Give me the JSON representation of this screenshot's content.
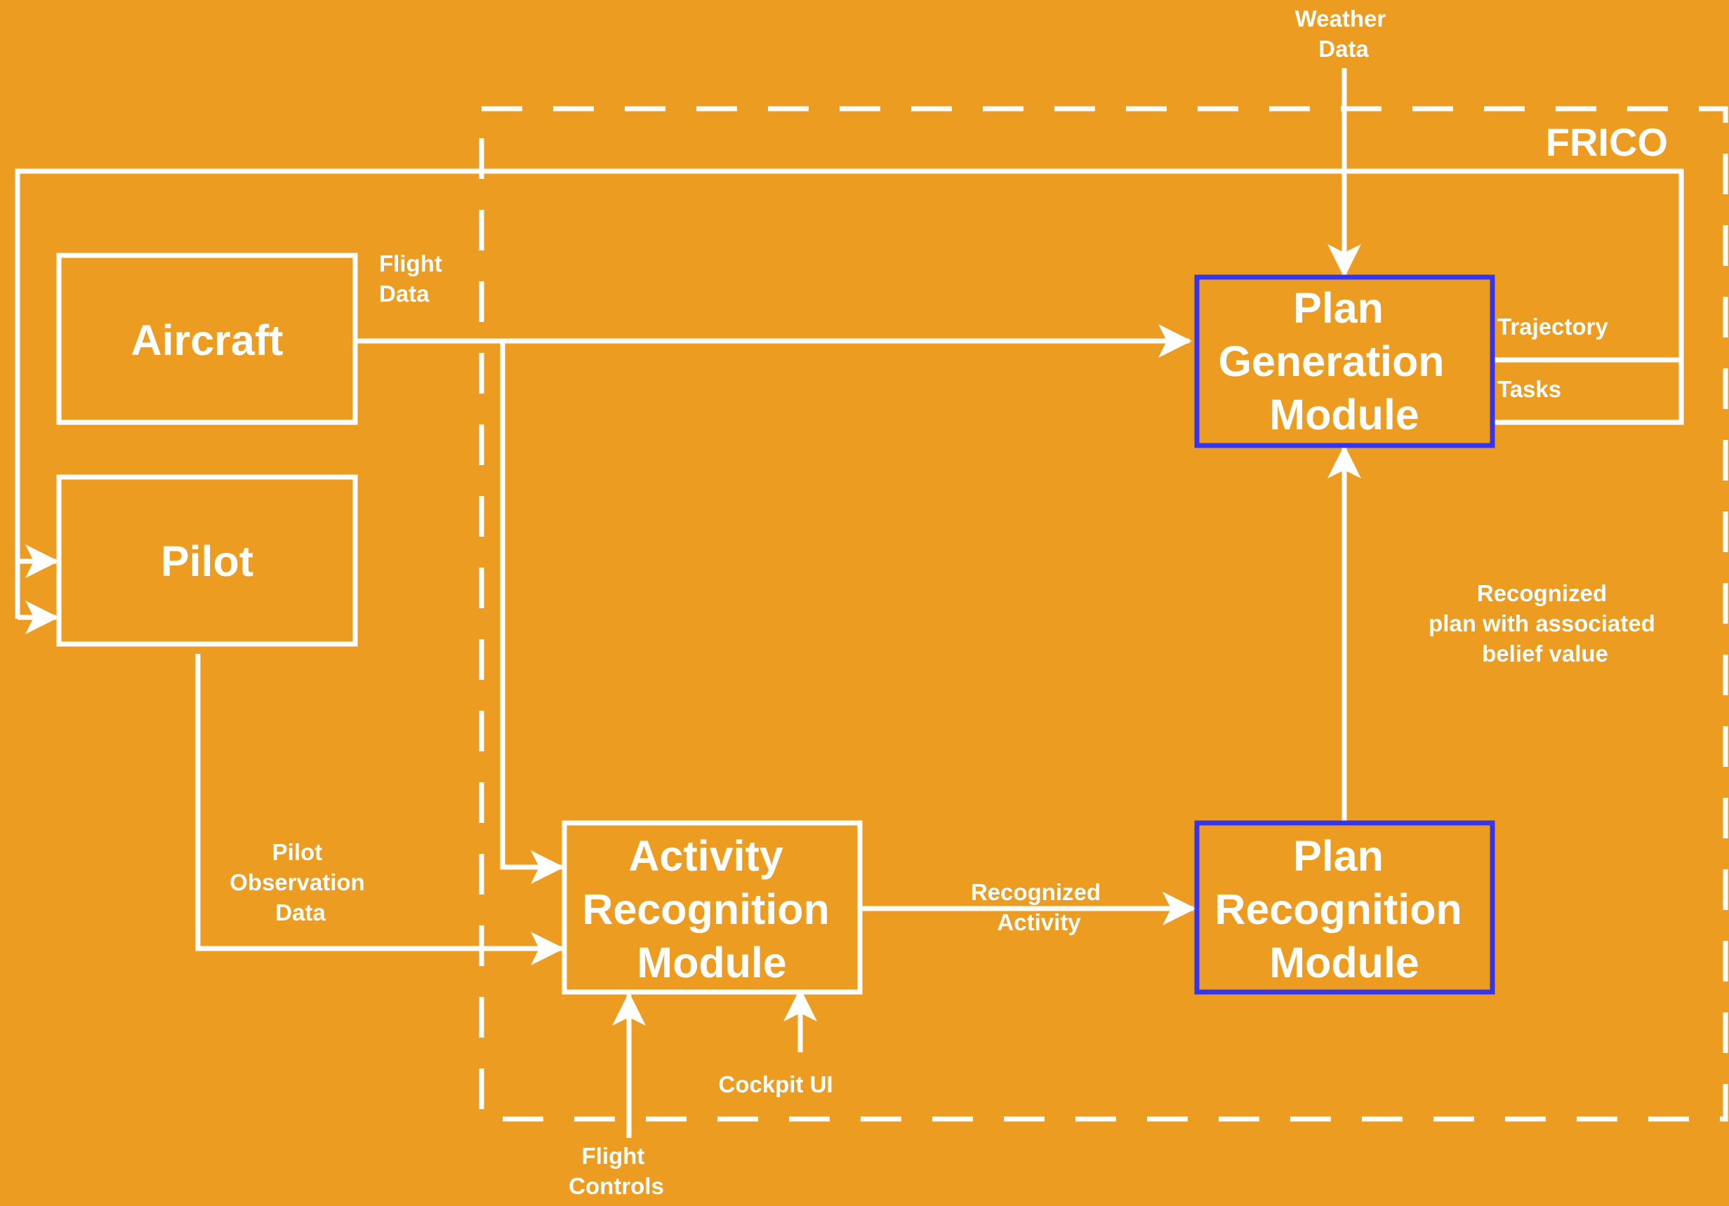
{
  "container": {
    "label": "FRICO",
    "border_style": "dashed"
  },
  "nodes": {
    "aircraft": {
      "label": "Aircraft"
    },
    "pilot": {
      "label": "Pilot"
    },
    "plan_generation": {
      "lines": [
        "Plan",
        "Generation",
        "Module"
      ]
    },
    "activity_recognition": {
      "lines": [
        "Activity",
        "Recognition",
        "Module"
      ]
    },
    "plan_recognition": {
      "lines": [
        "Plan",
        "Recognition",
        "Module"
      ]
    }
  },
  "edge_labels": {
    "weather_data": [
      "Weather",
      "Data"
    ],
    "flight_data": [
      "Flight",
      "Data"
    ],
    "trajectory": "Trajectory",
    "tasks": "Tasks",
    "recognized_plan": [
      "Recognized",
      "plan with associated",
      "belief value"
    ],
    "pilot_observation": [
      "Pilot",
      "Observation",
      "Data"
    ],
    "recognized_activity": [
      "Recognized",
      "Activity"
    ],
    "cockpit_ui": "Cockpit UI",
    "flight_controls": [
      "Flight",
      "Controls"
    ]
  },
  "colors": {
    "background": "#ec9c20",
    "line": "#ffffff",
    "highlight_border": "#3535f0"
  }
}
